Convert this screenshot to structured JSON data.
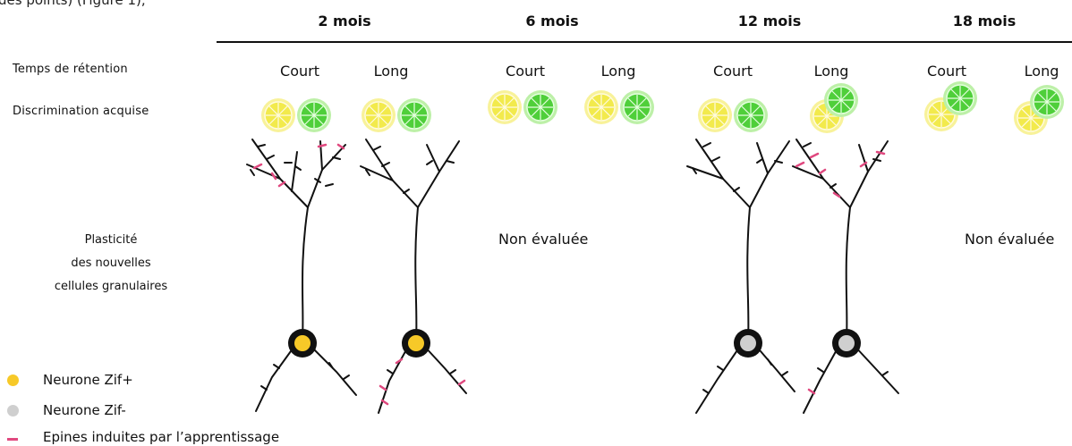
{
  "top_fragment": "des points) (Figure 1),",
  "ages": [
    "2 mois",
    "6 mois",
    "12 mois",
    "18 mois"
  ],
  "row_labels": {
    "retention": "Temps de rétention",
    "discrimination": "Discrimination acquise",
    "plasticity_lines": [
      "Plasticité",
      "des nouvelles",
      "cellules granulaires"
    ]
  },
  "conditions": {
    "c1": "Court",
    "c2": "Long",
    "c3": "Court",
    "c4": "Long",
    "c5": "Court",
    "c6": "Long",
    "c7": "Court",
    "c8": "Long"
  },
  "not_evaluated": {
    "m6": "Non évaluée",
    "m18": "Non évaluée"
  },
  "legend": {
    "zif_pos": "Neurone Zif+",
    "zif_neg": "Neurone Zif-",
    "spines": "Epines induites par l’apprentissage"
  },
  "colors": {
    "lemon": "#f2ea4c",
    "lemon_light": "#f8f29a",
    "lime": "#4fcf3a",
    "lime_light": "#bdf0a8",
    "zif_pos": "#f7c928",
    "zif_neg": "#cfcfcf",
    "spine_induced": "#e0487f"
  },
  "fruit_pairs": [
    {
      "condition": "2 mois Court",
      "overlap": "none"
    },
    {
      "condition": "2 mois Long",
      "overlap": "none"
    },
    {
      "condition": "6 mois Court",
      "overlap": "none"
    },
    {
      "condition": "6 mois Long",
      "overlap": "none"
    },
    {
      "condition": "12 mois Court",
      "overlap": "none"
    },
    {
      "condition": "12 mois Long",
      "overlap": "partial"
    },
    {
      "condition": "18 mois Court",
      "overlap": "partial"
    },
    {
      "condition": "18 mois Long",
      "overlap": "partial"
    }
  ],
  "neurons": [
    {
      "condition": "2 mois Court",
      "soma": "zif_pos",
      "induced_spines": true
    },
    {
      "condition": "2 mois Long",
      "soma": "zif_pos",
      "induced_spines": true
    },
    {
      "condition": "12 mois Court",
      "soma": "zif_neg",
      "induced_spines": false
    },
    {
      "condition": "12 mois Long",
      "soma": "zif_neg",
      "induced_spines": true
    }
  ]
}
